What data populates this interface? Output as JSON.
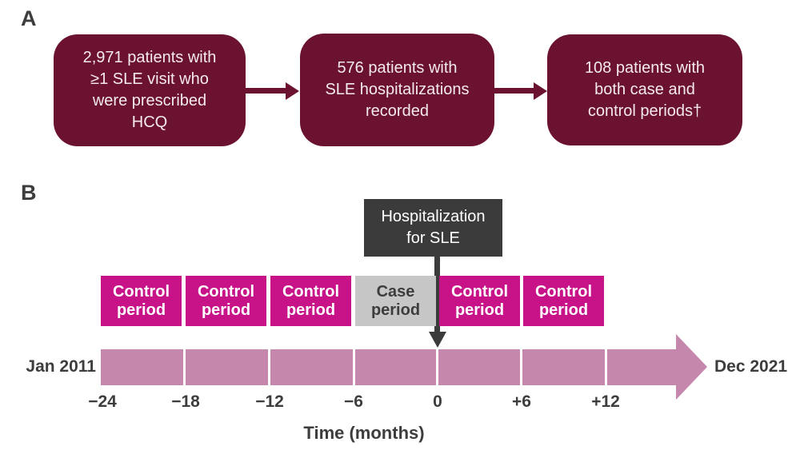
{
  "panel_a": {
    "label": "A",
    "boxes": [
      {
        "text": "2,971 patients with\n≥1 SLE visit who\nwere prescribed\nHCQ"
      },
      {
        "text": "576 patients with\nSLE hospitalizations\nrecorded"
      },
      {
        "text": "108 patients with\nboth case and\ncontrol periods†"
      }
    ]
  },
  "panel_b": {
    "label": "B",
    "annotation": {
      "text": "Hospitalization\nfor SLE"
    },
    "periods": [
      {
        "label": "Control\nperiod",
        "type": "control"
      },
      {
        "label": "Control\nperiod",
        "type": "control"
      },
      {
        "label": "Control\nperiod",
        "type": "control"
      },
      {
        "label": "Case\nperiod",
        "type": "case"
      },
      {
        "label": "Control\nperiod",
        "type": "control"
      },
      {
        "label": "Control\nperiod",
        "type": "control"
      }
    ],
    "timeline": {
      "start_label": "Jan 2011",
      "end_label": "Dec 2021",
      "ticks": [
        "−24",
        "−18",
        "−12",
        "−6",
        "0",
        "+6",
        "+12"
      ],
      "axis_label": "Time (months)"
    }
  },
  "colors": {
    "maroon": "#6b1231",
    "magenta": "#c71288",
    "timeline_pink": "#c687ad",
    "dark_gray": "#3b3b3b",
    "case_gray": "#c6c6c6",
    "text_dark": "#3d3d3d",
    "box_text": "#f4e9ee"
  }
}
